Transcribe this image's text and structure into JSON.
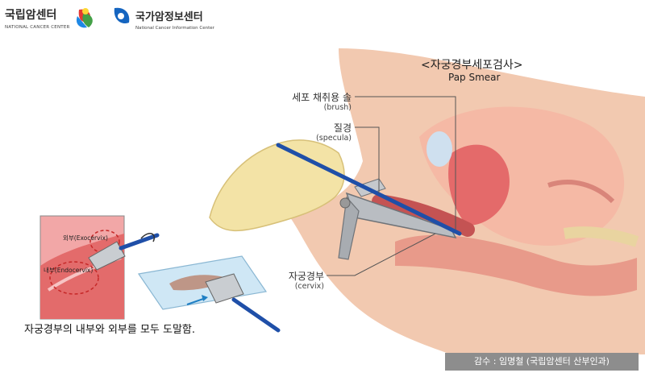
{
  "logos": {
    "ncc_name": "국립암센터",
    "ncc_sub": "NATIONAL CANCER CENTER",
    "ncic_name": "국가암정보센터",
    "ncic_sub": "National Cancer Information Center"
  },
  "title": {
    "kr": "<자궁경부세포검사>",
    "en": "Pap Smear"
  },
  "labels": {
    "brush_kr": "세포 채취용 솔",
    "brush_en": "(brush)",
    "specula_kr": "질경",
    "specula_en": "(specula)",
    "cervix_kr": "자궁경부",
    "cervix_en": "(cervix)"
  },
  "inset": {
    "exo": "외부(Exocervix)",
    "endo": "내부(Endocervix)"
  },
  "caption": "자궁경부의 내부와 외부를 모두 도말함.",
  "credit": "감수 : 임명철 (국립암센터 산부인과)",
  "colors": {
    "skin": "#f2c9b0",
    "tissue": "#e46a6a",
    "glove": "#f3e3a6",
    "blue": "#1f4fa8",
    "credit_bg": "#8d8d8d"
  },
  "icons": [
    "ncc-logo-icon",
    "ncic-logo-icon"
  ]
}
